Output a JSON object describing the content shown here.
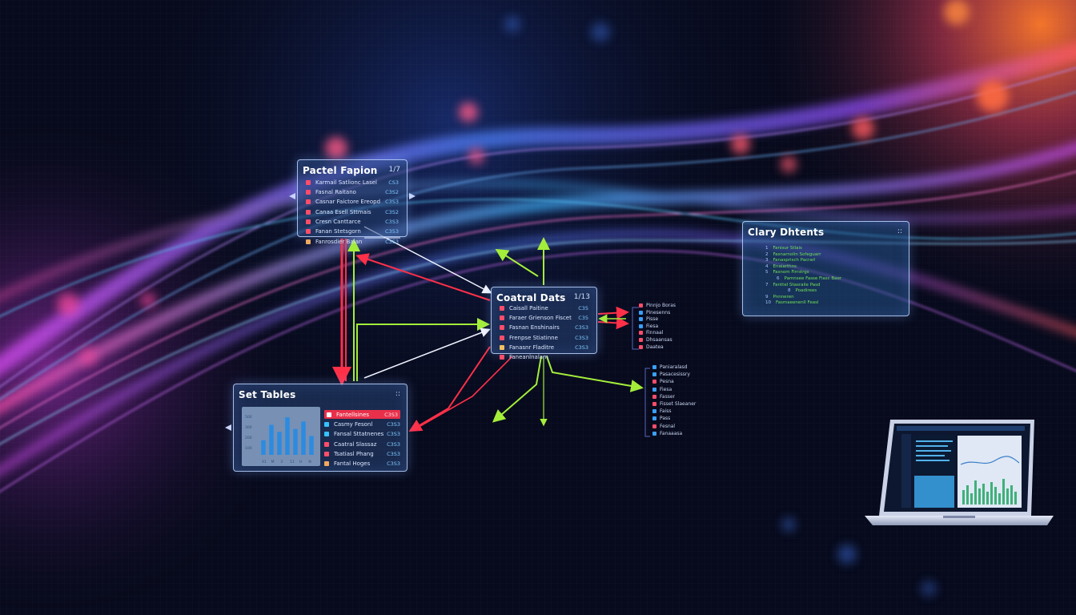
{
  "colors": {
    "red_arrow": "#ff3048",
    "green_arrow": "#a4ee3a",
    "white_arrow": "#f2f4ff",
    "panel_border": "#bed7ff",
    "value_text": "#7fc8ff",
    "highlight": "#e8304a",
    "bar": "#2b8be0"
  },
  "panels": {
    "top_left": {
      "title": "Pactel Fapion",
      "badge": "1/7",
      "rows": [
        {
          "label": "Karmail Satlionc Lasel",
          "value": "CS3",
          "icon": "#ff4d6a"
        },
        {
          "label": "Fasnal Raitano",
          "value": "C3S2",
          "icon": "#ff4d6a"
        },
        {
          "label": "Casnar Faictore Ereopd",
          "value": "C3S3",
          "icon": "#ff4d6a"
        },
        {
          "label": "Canaa Esell Sttmais",
          "value": "C3S2",
          "icon": "#ff4d6a"
        },
        {
          "label": "Cresn Canttarce",
          "value": "C3S3",
          "icon": "#ff4d6a"
        },
        {
          "label": "Fanan Stetsgorn",
          "value": "C353",
          "icon": "#ff4d6a"
        },
        {
          "label": "Fanrosdier Baian",
          "value": "C3S3",
          "icon": "#f0a860"
        }
      ]
    },
    "center": {
      "title": "Coatral Dats",
      "badge": "1/13",
      "rows": [
        {
          "label": "Caisall Paitine",
          "value": "C35",
          "icon": "#ff4d6a"
        },
        {
          "label": "Faraer Grienson Fiscet",
          "value": "C35",
          "icon": "#ff4d6a"
        },
        {
          "label": "Fasnan Enshinairs",
          "value": "C3S3",
          "icon": "#ff4d6a"
        },
        {
          "label": "Frenpse Stiatinne",
          "value": "C3S3",
          "icon": "#ff4d6a"
        },
        {
          "label": "Fanasnr Fladitre",
          "value": "C3S3",
          "icon": "#f0c060"
        },
        {
          "label": "Faneanlnalam",
          "value": "",
          "icon": "#ff4d6a"
        }
      ]
    },
    "bottom_left": {
      "title": "Set Tables",
      "badge": "::",
      "rows": [
        {
          "label": "Fantellsines",
          "value": "C3S3",
          "icon": "#ffffff",
          "highlight": true
        },
        {
          "label": "Casmy Fesonl",
          "value": "C3S3",
          "icon": "#38c0ff"
        },
        {
          "label": "Fansal Sttatnenes",
          "value": "C3S3",
          "icon": "#38c0ff"
        },
        {
          "label": "Caatral Slassaz",
          "value": "C3S3",
          "icon": "#ff4d6a"
        },
        {
          "label": "Tsatiasl Phang",
          "value": "C3S3",
          "icon": "#ff4d6a"
        },
        {
          "label": "Fantal Hoges",
          "value": "C3S3",
          "icon": "#f0a860"
        }
      ],
      "chart": {
        "bars": [
          0.35,
          0.72,
          0.55,
          0.9,
          0.62,
          0.8,
          0.45
        ],
        "y_ticks": [
          "500",
          "300",
          "200",
          "100"
        ],
        "x_ticks": [
          "41",
          "M",
          "3",
          "11",
          "H",
          "N"
        ]
      }
    },
    "right": {
      "title": "Clary Dhtents",
      "badge": "::",
      "lines": [
        {
          "n": "1",
          "text": "Fanisur Stlais",
          "indent": 0
        },
        {
          "n": "2",
          "text": "Fasnarnolin Sofeguarr",
          "indent": 0
        },
        {
          "n": "3",
          "text": "Fanasprisch        Pacrarl",
          "indent": 0
        },
        {
          "n": "4",
          "text": "Enaiarthns",
          "indent": 0
        },
        {
          "n": "5",
          "text": "Fasnom Firrstrgs",
          "indent": 0
        },
        {
          "n": "6",
          "text": "Pamnsee Fasse Fiasc Baer",
          "indent": 1
        },
        {
          "n": "7",
          "text": "Fanttel Stasraile Pasd",
          "indent": 0
        },
        {
          "n": "8",
          "text": "Poadirees",
          "indent": 2
        },
        {
          "n": "9",
          "text": "Pnnneren",
          "indent": 0
        },
        {
          "n": "10",
          "text": "Fasmaeenenll Feasl",
          "indent": 0
        }
      ]
    }
  },
  "side_lists": {
    "upper": [
      {
        "label": "Pinnjo Boras",
        "icon": "#ff4d6a"
      },
      {
        "label": "Pinesenns",
        "icon": "#38a0ff"
      },
      {
        "label": "Pisse",
        "icon": "#38a0ff"
      },
      {
        "label": "Fiesa",
        "icon": "#38a0ff"
      },
      {
        "label": "Finnaal",
        "icon": "#ff4d6a"
      },
      {
        "label": "Dhsaansas",
        "icon": "#ff4d6a"
      },
      {
        "label": "Daatea",
        "icon": "#ff4d6a"
      }
    ],
    "lower": [
      {
        "label": "Paniaralasd",
        "icon": "#38a0ff"
      },
      {
        "label": "Pasacesissry",
        "icon": "#38a0ff"
      },
      {
        "label": "Pesna",
        "icon": "#ff4d6a"
      },
      {
        "label": "Fiesa",
        "icon": "#38a0ff"
      },
      {
        "label": "Fasser",
        "icon": "#ff4d6a"
      },
      {
        "label": "Fisset Slaeaner",
        "icon": "#ff4d6a"
      },
      {
        "label": "Faiss",
        "icon": "#38a0ff"
      },
      {
        "label": "Pass",
        "icon": "#38a0ff"
      },
      {
        "label": "Fesnal",
        "icon": "#ff4d6a"
      },
      {
        "label": "Fanaaasa",
        "icon": "#38a0ff"
      }
    ]
  }
}
